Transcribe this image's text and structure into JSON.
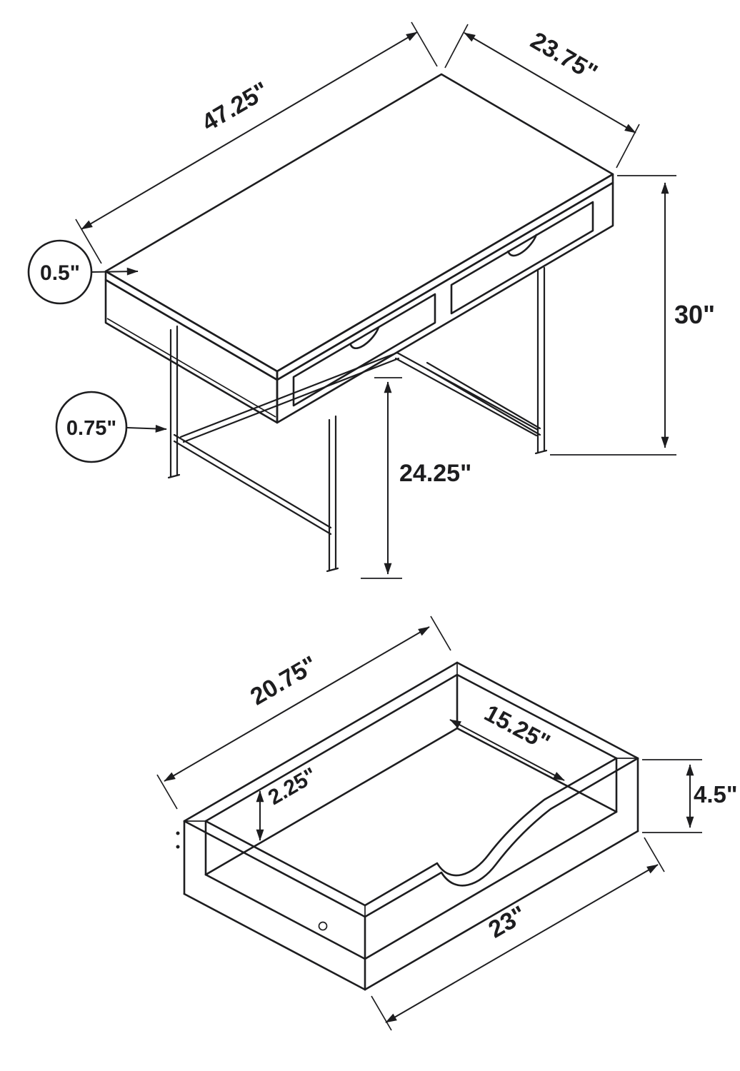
{
  "colors": {
    "line": "#1d1d1f",
    "background": "#ffffff"
  },
  "desk_view": {
    "length": "47.25\"",
    "depth": "23.75\"",
    "top_thickness": "0.5\"",
    "height": "30\"",
    "leg_thickness": "0.75\"",
    "clearance_height": "24.25\""
  },
  "drawer_view": {
    "length": "20.75\"",
    "opening_width": "15.25\"",
    "notch_height": "2.25\"",
    "side_height": "4.5\"",
    "front_width": "23\""
  }
}
